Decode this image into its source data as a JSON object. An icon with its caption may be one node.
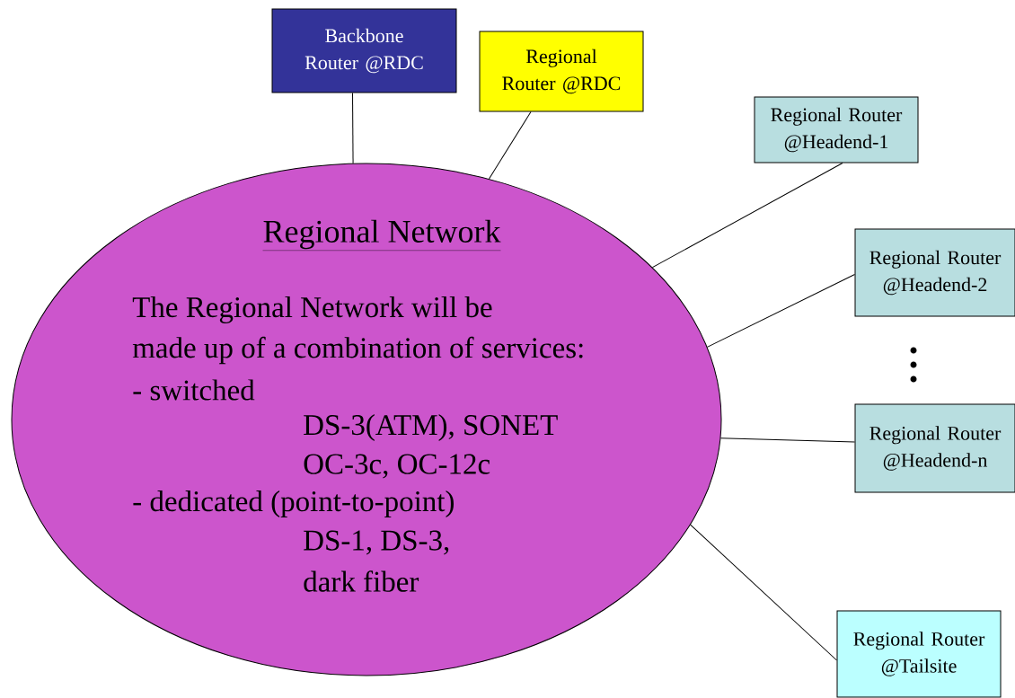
{
  "diagram": {
    "nodes": [
      {
        "text": [
          "Regional Network",
          "The Regional Network will be",
          "made up of a combination of services:",
          "- switched",
          "DS-3(ATM), SONET",
          "OC-3c, OC-12c",
          "- dedicated (point-to-point)",
          "DS-1, DS-3,",
          "dark fiber"
        ]
      },
      {
        "text": [
          "Backbone Router @RDC"
        ]
      },
      {
        "text": [
          "Regional Router @RDC"
        ]
      },
      {
        "text": [
          "Regional Router @Headend-1"
        ]
      },
      {
        "text": [
          "Regional Router @Headend-2"
        ]
      },
      {
        "text": [
          "Regional Router @Headend-n"
        ]
      },
      {
        "text": [
          "Regional Router @Tailsite"
        ]
      }
    ],
    "edges": [
      {
        "from": 1,
        "to": 0,
        "arrow": "none"
      },
      {
        "from": 2,
        "to": 0,
        "arrow": "none"
      },
      {
        "from": 3,
        "to": 0,
        "arrow": "none"
      },
      {
        "from": 4,
        "to": 0,
        "arrow": "none"
      },
      {
        "from": 5,
        "to": 0,
        "arrow": "none"
      },
      {
        "from": 6,
        "to": 0,
        "arrow": "none"
      }
    ]
  }
}
